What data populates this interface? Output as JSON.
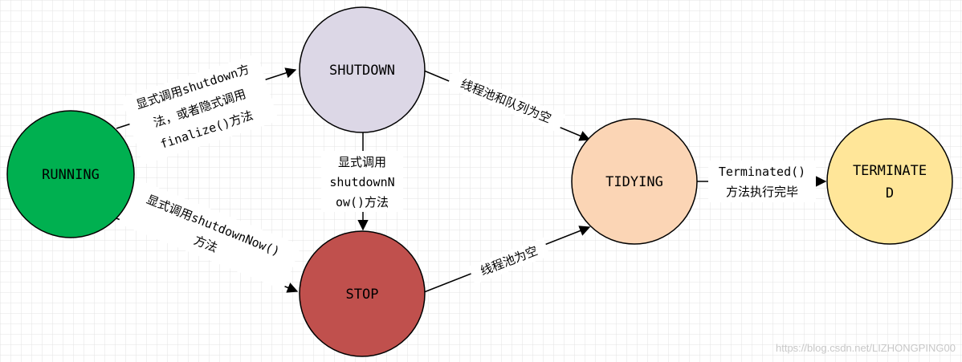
{
  "diagram": {
    "nodes": {
      "running": {
        "label": "RUNNING",
        "color": "#00b050"
      },
      "shutdown": {
        "label": "SHUTDOWN",
        "color": "#dcd7e6"
      },
      "stop": {
        "label": "STOP",
        "color": "#c0504d"
      },
      "tidying": {
        "label": "TIDYING",
        "color": "#fbd5b5"
      },
      "terminated": {
        "label_line1": "TERMINATE",
        "label_line2": "D",
        "color": "#ffe699"
      }
    },
    "edges": {
      "running_to_shutdown": {
        "line1": "显式调用shutdown方",
        "line2": "法，或者隐式调用",
        "line3": "finalize()方法"
      },
      "running_to_stop": {
        "line1": "显式调用shutdownNow()",
        "line2": "方法"
      },
      "shutdown_to_stop": {
        "line1": "显式调用",
        "line2": "shutdownN",
        "line3": "ow()方法"
      },
      "shutdown_to_tidying": {
        "line1": "线程池和队列为空"
      },
      "stop_to_tidying": {
        "line1": "线程池为空"
      },
      "tidying_to_terminated": {
        "line1": "Terminated()",
        "line2": "方法执行完毕"
      }
    },
    "grid_color": "#e3e3e3",
    "line_color": "#000000"
  },
  "watermark": "https://blog.csdn.net/LIZHONGPING00"
}
